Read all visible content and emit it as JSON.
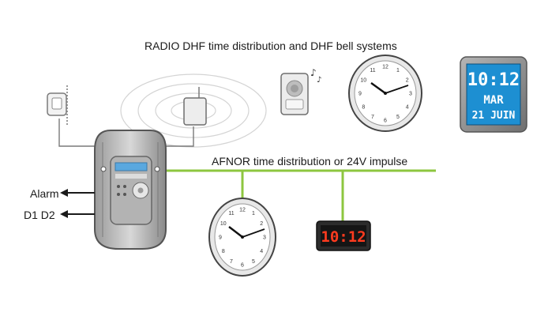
{
  "labels": {
    "radio_title": "RADIO DHF time distribution and DHF bell systems",
    "afnor_title": "AFNOR time distribution or 24V impulse",
    "alarm": "Alarm",
    "d1d2": "D1  D2"
  },
  "displays": {
    "lcd_time": "10:12",
    "lcd_month": "MAR",
    "lcd_day": "21 JUIN",
    "led_time": "10:12"
  },
  "clock_numerals": [
    "12",
    "1",
    "2",
    "3",
    "4",
    "5",
    "6",
    "7",
    "8",
    "9",
    "10",
    "11"
  ],
  "colors": {
    "green_line": "#8dc63f",
    "lcd_blue": "#1d8fd2",
    "led_red": "#ff3b1f"
  }
}
